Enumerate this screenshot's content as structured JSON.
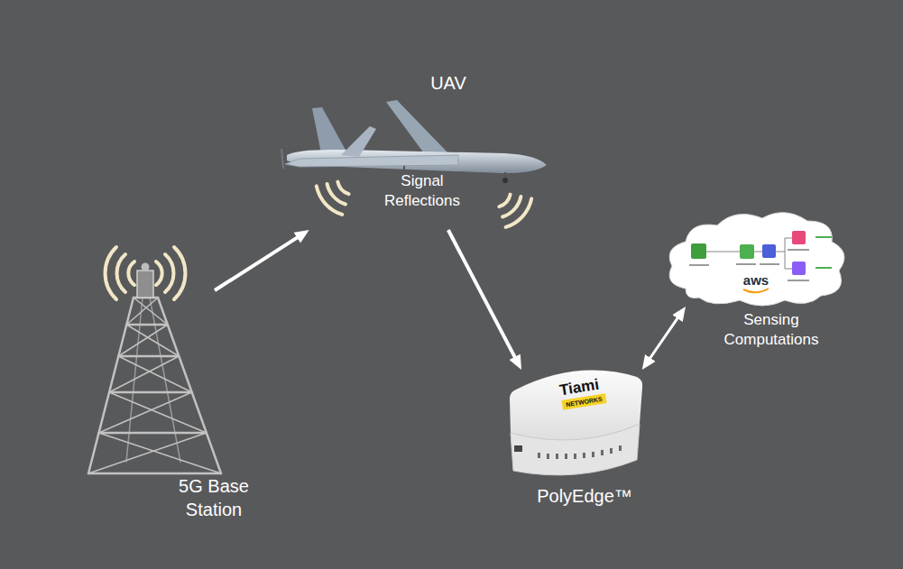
{
  "diagram": {
    "nodes": [
      {
        "text": [
          "UAV",
          "Signal Reflections"
        ]
      },
      {
        "text": [
          "5G Base Station"
        ]
      },
      {
        "text": [
          "PolyEdge™"
        ]
      },
      {
        "text": [
          "Sensing Computations"
        ]
      }
    ],
    "edges": [
      {
        "from": 1,
        "to": 0,
        "arrow": "to"
      },
      {
        "from": 0,
        "to": 2,
        "arrow": "to"
      },
      {
        "from": 2,
        "to": 3,
        "arrow": "both"
      }
    ],
    "labels": [
      "Tiami",
      "NETWORKS",
      "aws"
    ]
  }
}
